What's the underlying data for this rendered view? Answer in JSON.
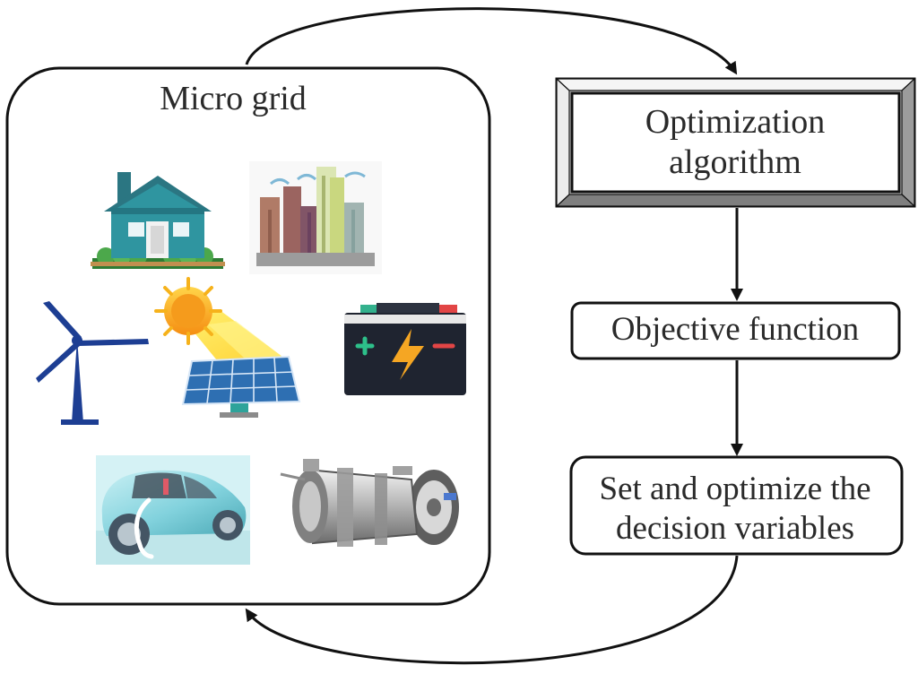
{
  "microgrid": {
    "title": "Micro grid",
    "icons": [
      "house-icon",
      "city-buildings-icon",
      "wind-turbine-icon",
      "solar-panel-icon",
      "battery-icon",
      "electric-car-icon",
      "generator-icon"
    ]
  },
  "flow": {
    "optimization": {
      "line1": "Optimization",
      "line2": "algorithm"
    },
    "objective": {
      "label": "Objective function"
    },
    "decision": {
      "line1": "Set and optimize the",
      "line2": "decision variables"
    }
  },
  "colors": {
    "stroke": "#111111",
    "house_wall": "#2f95a0",
    "house_roof": "#2b7682",
    "turbine": "#1d3e93",
    "sun": "#f59b1c",
    "panel": "#2e6fb2",
    "battery_body": "#1f2430",
    "bolt": "#f5a623",
    "plus": "#2dc08a",
    "minus": "#e24545",
    "car": "#6fc6d4"
  }
}
